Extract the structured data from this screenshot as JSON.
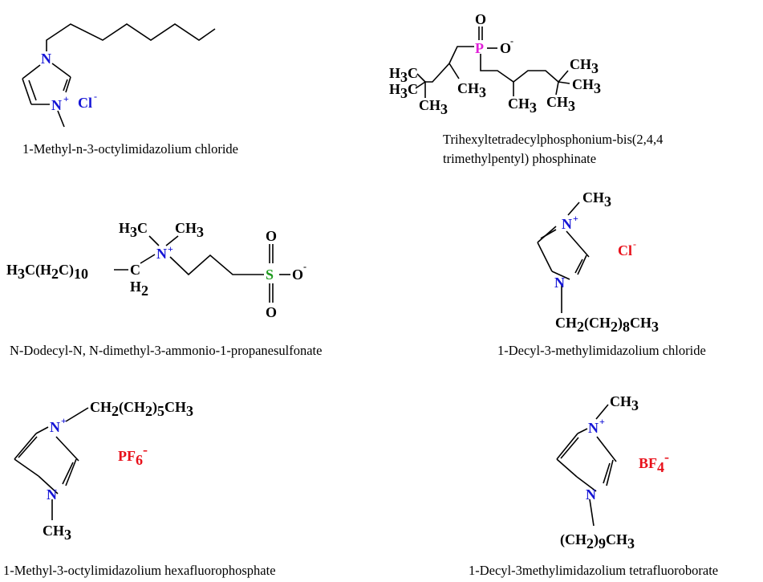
{
  "molecules": {
    "m1": {
      "caption": "1-Methyl-n-3-octylimidazolium chloride",
      "atom_n1": "N",
      "atom_n3": "N",
      "n3_charge": "+",
      "anion": "Cl",
      "anion_charge": "-"
    },
    "m2": {
      "caption_line1": "Trihexyltetradecylphosphonium-bis(2,4,4",
      "caption_line2": "trimethylpentyl) phosphinate",
      "atom_o_top": "O",
      "atom_p": "P",
      "atom_o_right": "O",
      "o_right_charge": "-",
      "g1_main": "H",
      "g1_sub": "3",
      "g1_tail": "C",
      "g2_main": "H",
      "g2_sub": "3",
      "g2_tail": "C",
      "g3_main": "CH",
      "g3_sub": "3",
      "g4_main": "CH",
      "g4_sub": "3",
      "g5_main": "CH",
      "g5_sub": "3",
      "g6_main": "CH",
      "g6_sub": "3",
      "g7_main": "CH",
      "g7_sub": "3",
      "g8_main": "CH",
      "g8_sub": "3"
    },
    "m3": {
      "caption": "N-Dodecyl-N, N-dimethyl-3-ammonio-1-propanesulfonate",
      "chain_main": "H",
      "chain_sub1": "3",
      "chain_mid": "C(H",
      "chain_sub2": "2",
      "chain_close": "C)",
      "chain_sub3": "10",
      "me1_main": "H",
      "me1_sub": "3",
      "me1_tail": "C",
      "me2_main": "CH",
      "me2_sub": "3",
      "atom_c": "C",
      "h2_main": "H",
      "h2_sub": "2",
      "atom_n": "N",
      "n_charge": "+",
      "atom_o_top": "O",
      "atom_s": "S",
      "atom_o_right": "O",
      "o_right_charge": "-",
      "atom_o_bottom": "O"
    },
    "m4": {
      "caption": "1-Decyl-3-methylimidazolium chloride",
      "methyl_main": "CH",
      "methyl_sub": "3",
      "atom_n_top": "N",
      "n_top_charge": "+",
      "atom_n_bottom": "N",
      "anion": "Cl",
      "anion_charge": "-",
      "chain_a": "CH",
      "chain_sub1": "2",
      "chain_b": "(CH",
      "chain_sub2": "2",
      "chain_c": ")",
      "chain_sub3": "8",
      "chain_d": "CH",
      "chain_sub4": "3"
    },
    "m5": {
      "caption": "1-Methyl-3-octylimidazolium hexafluorophosphate",
      "chain_a": "CH",
      "chain_sub1": "2",
      "chain_b": "(CH",
      "chain_sub2": "2",
      "chain_c": ")",
      "chain_sub3": "5",
      "chain_d": "CH",
      "chain_sub4": "3",
      "atom_n_top": "N",
      "n_top_charge": "+",
      "atom_n_bottom": "N",
      "anion_main": "PF",
      "anion_sub": "6",
      "anion_charge": "-",
      "methyl_main": "CH",
      "methyl_sub": "3"
    },
    "m6": {
      "caption": "1-Decyl-3methylimidazolium tetrafluoroborate",
      "methyl_main": "CH",
      "methyl_sub": "3",
      "atom_n_top": "N",
      "n_top_charge": "+",
      "atom_n_bottom": "N",
      "anion_main": "BF",
      "anion_sub": "4",
      "anion_charge": "-",
      "chain_a": "(CH",
      "chain_sub1": "2",
      "chain_b": ")",
      "chain_sub2": "9",
      "chain_c": "CH",
      "chain_sub3": "3"
    }
  }
}
